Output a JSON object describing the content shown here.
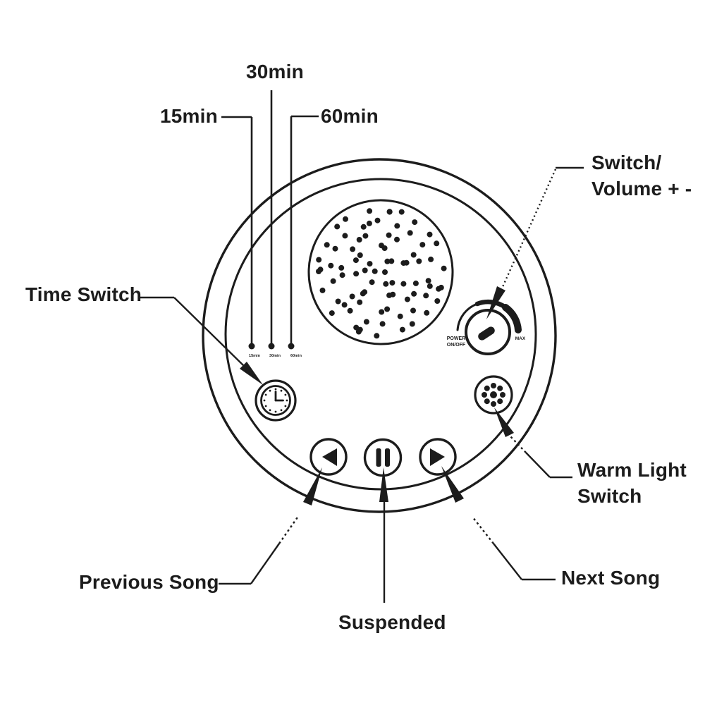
{
  "colors": {
    "ink": "#1c1c1c",
    "background": "#ffffff"
  },
  "callouts": {
    "timer_15": {
      "label": "15min"
    },
    "timer_30": {
      "label": "30min"
    },
    "timer_60": {
      "label": "60min"
    },
    "switch_volume": {
      "label_line1": "Switch/",
      "label_line2": "Volume + -"
    },
    "time_switch": {
      "label": "Time Switch"
    },
    "warm_light": {
      "label_line1": "Warm Light",
      "label_line2": "Switch"
    },
    "previous_song": {
      "label": "Previous Song"
    },
    "next_song": {
      "label": "Next Song"
    },
    "suspended": {
      "label": "Suspended"
    }
  },
  "device": {
    "timer_tick_labels": [
      "15min",
      "30min",
      "60min"
    ],
    "knob": {
      "power_label_line1": "POWER",
      "power_label_line2": "ON/OFF",
      "max_label": "MAX"
    },
    "speaker": {
      "dot_radius": 4,
      "rings": [
        {
          "r": 6,
          "n": 2
        },
        {
          "r": 20,
          "n": 7
        },
        {
          "r": 37,
          "n": 12
        },
        {
          "r": 54,
          "n": 16
        },
        {
          "r": 71,
          "n": 21
        },
        {
          "r": 88,
          "n": 26
        }
      ]
    }
  }
}
